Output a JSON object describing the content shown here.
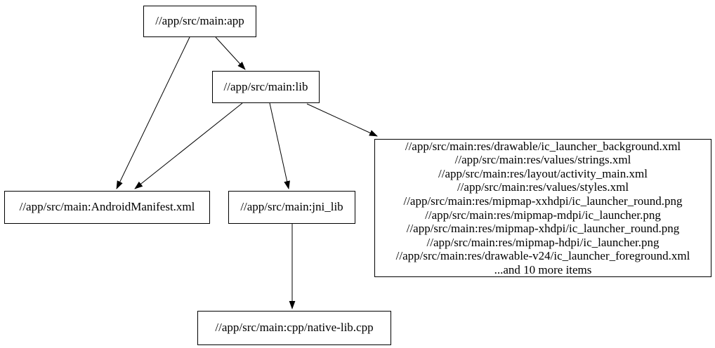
{
  "diagram": {
    "kind": "dependency-graph",
    "background_color": "#ffffff",
    "node_border_color": "#000000",
    "edge_color": "#000000",
    "text_color": "#000000",
    "nodes": {
      "app": {
        "label": "//app/src/main:app"
      },
      "lib": {
        "label": "//app/src/main:lib"
      },
      "manifest": {
        "label": "//app/src/main:AndroidManifest.xml"
      },
      "jni_lib": {
        "label": "//app/src/main:jni_lib"
      },
      "native_lib": {
        "label": "//app/src/main:cpp/native-lib.cpp"
      },
      "resources": {
        "lines": [
          "//app/src/main:res/drawable/ic_launcher_background.xml",
          "//app/src/main:res/values/strings.xml",
          "//app/src/main:res/layout/activity_main.xml",
          "//app/src/main:res/values/styles.xml",
          "//app/src/main:res/mipmap-xxhdpi/ic_launcher_round.png",
          "//app/src/main:res/mipmap-mdpi/ic_launcher.png",
          "//app/src/main:res/mipmap-xhdpi/ic_launcher_round.png",
          "//app/src/main:res/mipmap-hdpi/ic_launcher.png",
          "//app/src/main:res/drawable-v24/ic_launcher_foreground.xml",
          "...and 10 more items"
        ]
      }
    },
    "edges": [
      {
        "from": "//app/src/main:app",
        "to": "//app/src/main:lib"
      },
      {
        "from": "//app/src/main:app",
        "to": "//app/src/main:AndroidManifest.xml"
      },
      {
        "from": "//app/src/main:lib",
        "to": "//app/src/main:AndroidManifest.xml"
      },
      {
        "from": "//app/src/main:lib",
        "to": "//app/src/main:jni_lib"
      },
      {
        "from": "//app/src/main:lib",
        "to": "resources-file-group"
      },
      {
        "from": "//app/src/main:jni_lib",
        "to": "//app/src/main:cpp/native-lib.cpp"
      }
    ]
  }
}
